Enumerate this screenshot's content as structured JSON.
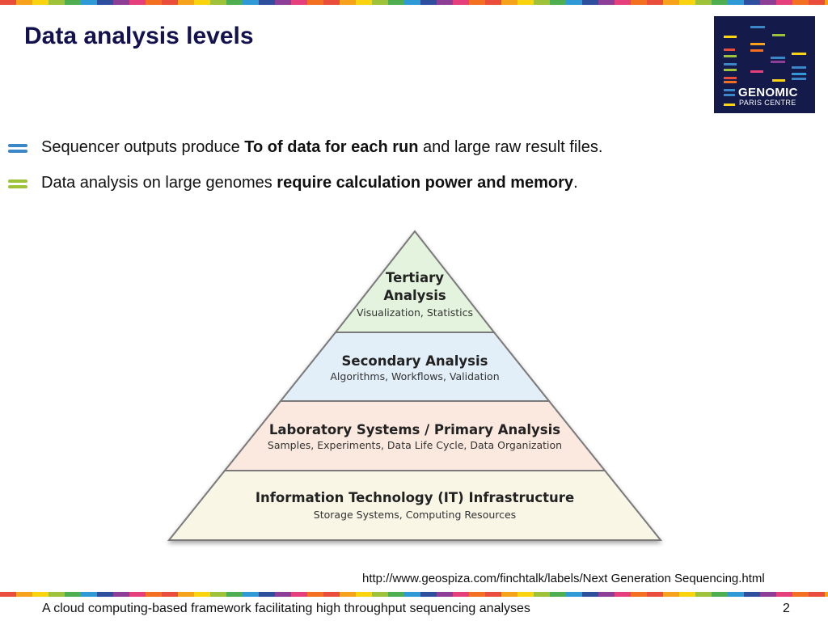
{
  "slide": {
    "title": "Data analysis levels",
    "stripe_colors": [
      "#e94e3d",
      "#f6a21d",
      "#f9d40f",
      "#9ec33b",
      "#4fae4f",
      "#2f9ad6",
      "#2d4f9e",
      "#8d3f98",
      "#e6407c",
      "#f37021"
    ]
  },
  "logo": {
    "title": "GENOMIC",
    "subtitle": "PARIS CENTRE"
  },
  "bullets": [
    {
      "before": "Sequencer outputs produce ",
      "bold": "To of data for each run",
      "after": " and large raw result files.",
      "marker_color": "#3b86c6"
    },
    {
      "before": "Data analysis on large genomes ",
      "bold": "require calculation power and memory",
      "after": ".",
      "marker_color": "#9ec33b"
    }
  ],
  "pyramid": {
    "tiers": [
      {
        "title_lines": [
          "Tertiary",
          "Analysis"
        ],
        "subtitle": "Visualization, Statistics",
        "fill": "#e4f3dd"
      },
      {
        "title_lines": [
          "Secondary Analysis"
        ],
        "subtitle": "Algorithms, Workflows, Validation",
        "fill": "#e2eef8"
      },
      {
        "title_lines": [
          "Laboratory Systems / Primary Analysis"
        ],
        "subtitle": "Samples, Experiments, Data Life Cycle, Data Organization",
        "fill": "#fbe9df"
      },
      {
        "title_lines": [
          "Information Technology (IT) Infrastructure"
        ],
        "subtitle": "Storage Systems, Computing Resources",
        "fill": "#f9f6e6"
      }
    ]
  },
  "source_url": "http://www.geospiza.com/finchtalk/labels/Next Generation Sequencing.html",
  "footer": {
    "text": "A cloud computing-based framework facilitating high throughput sequencing analyses",
    "page_number": "2"
  }
}
